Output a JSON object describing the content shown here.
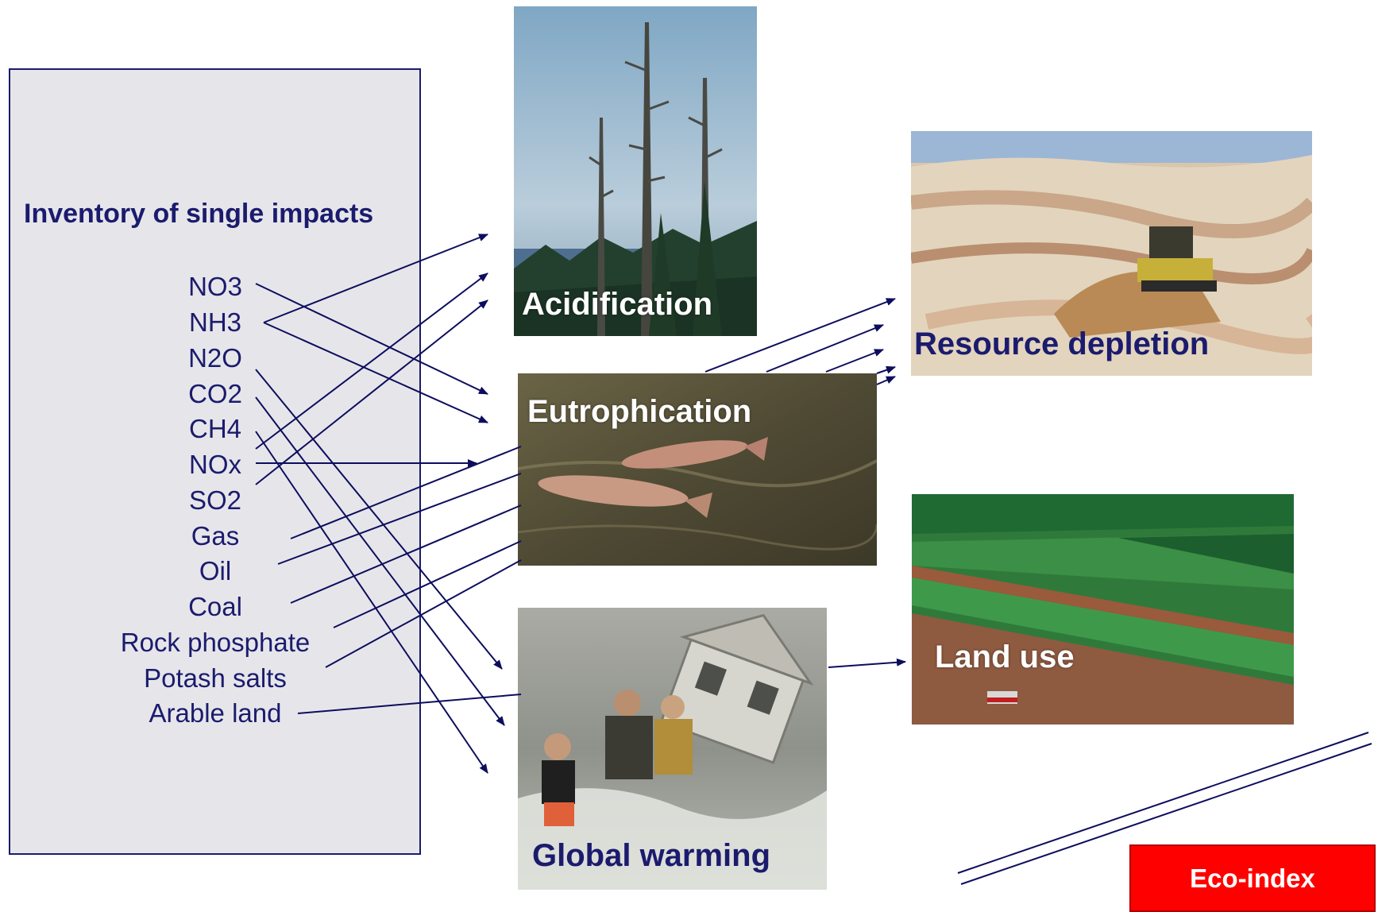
{
  "inventory": {
    "title": "Inventory of single impacts",
    "items": [
      "NO3",
      "NH3",
      "N2O",
      "CO2",
      "CH4",
      "NOx",
      "SO2",
      "Gas",
      "Oil",
      "Coal",
      "Rock phosphate",
      "Potash salts",
      "Arable land"
    ]
  },
  "categories": {
    "acidification": "Acidification",
    "eutrophication": "Eutrophication",
    "global_warming": "Global warming",
    "resource_depletion": "Resource depletion",
    "land_use": "Land use"
  },
  "result": {
    "label": "Eco-index"
  },
  "colors": {
    "text_navy": "#1b1b6e",
    "eco_red": "#ff0000",
    "box_gray": "#e6e6ea"
  }
}
